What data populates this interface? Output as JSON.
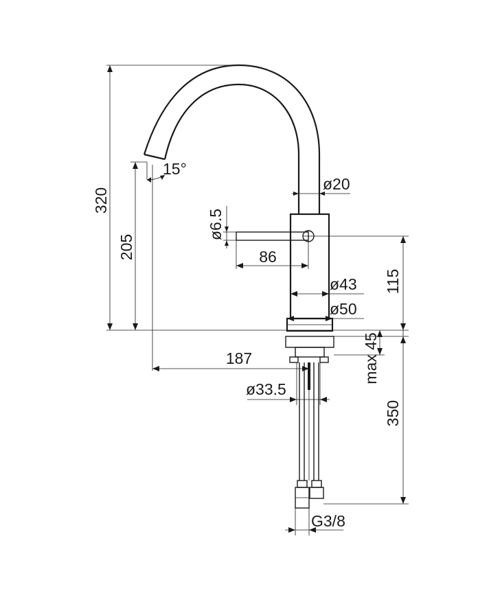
{
  "drawing": {
    "dimensions": {
      "overall_height": "320",
      "spout_height": "205",
      "spout_angle": "15°",
      "spout_diameter": "ø20",
      "lever_diameter": "ø6.5",
      "lever_length": "86",
      "body_height": "115",
      "body_diameter": "ø43",
      "base_diameter": "ø50",
      "deck_thickness": "max 45",
      "spout_reach": "187",
      "hole_diameter": "ø33.5",
      "hose_length": "350",
      "connection_thread": "G3/8"
    }
  }
}
